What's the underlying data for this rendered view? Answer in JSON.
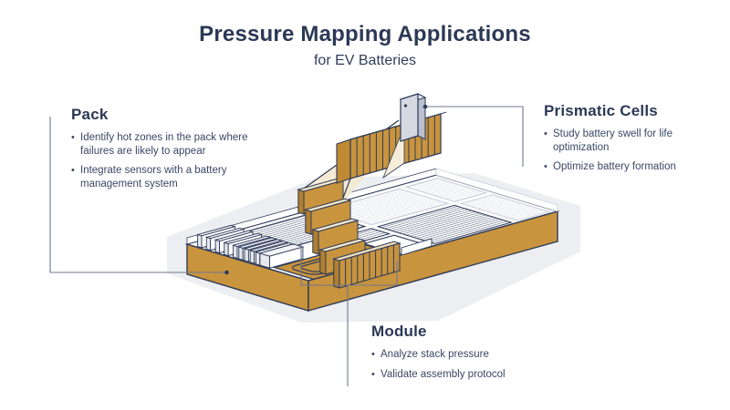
{
  "title": "Pressure Mapping Applications",
  "subtitle": "for EV Batteries",
  "sections": {
    "pack": {
      "heading": "Pack",
      "bullets": [
        "Identify hot zones in the pack where failures are likely to appear",
        "Integrate sensors with a battery management system"
      ]
    },
    "prismatic_cells": {
      "heading": "Prismatic Cells",
      "bullets": [
        "Study battery swell for life optimization",
        "Optimize battery formation"
      ]
    },
    "module": {
      "heading": "Module",
      "bullets": [
        "Analyze stack pressure",
        "Validate assembly protocol"
      ]
    }
  },
  "colors": {
    "heading_navy": "#2B3956",
    "body_navy": "#3A4766",
    "outline_navy": "#2E3A58",
    "gold": "#C8943E",
    "gold_dark": "#B07F2F",
    "cream": "#F2E7CC",
    "cell_gray": "#D6D9E2",
    "cell_gray_dark": "#B9BFCC",
    "backdrop_gray": "#EDEEF1",
    "leader_gray": "#6E7890",
    "faint_line": "#C9CEDA"
  }
}
